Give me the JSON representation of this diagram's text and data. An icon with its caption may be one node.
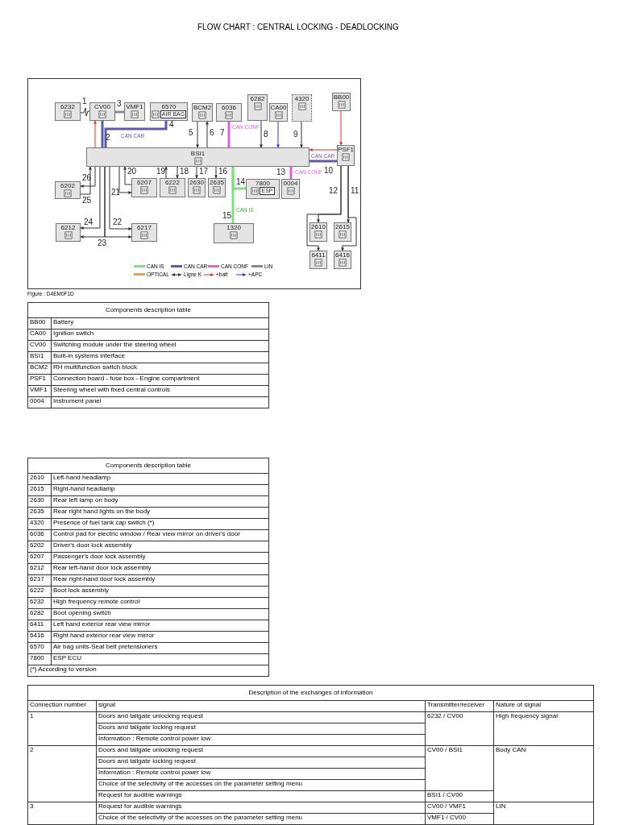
{
  "diagram": {
    "title": "FLOW CHART : CENTRAL LOCKING - DEADLOCKING",
    "nodes": [
      {
        "text": [
          "6232"
        ]
      },
      {
        "text": [
          "CV00"
        ]
      },
      {
        "text": [
          "VMF1"
        ]
      },
      {
        "text": [
          "6570",
          "AIR BAG"
        ]
      },
      {
        "text": [
          "BCM2"
        ]
      },
      {
        "text": [
          "6036"
        ]
      },
      {
        "text": [
          "6282"
        ]
      },
      {
        "text": [
          "CA00"
        ]
      },
      {
        "text": [
          "4320"
        ]
      },
      {
        "text": [
          "BB00"
        ]
      },
      {
        "text": [
          "BSI1"
        ]
      },
      {
        "text": [
          "PSF1"
        ]
      },
      {
        "text": [
          "6202"
        ]
      },
      {
        "text": [
          "6207"
        ]
      },
      {
        "text": [
          "6222"
        ]
      },
      {
        "text": [
          "2630"
        ]
      },
      {
        "text": [
          "2635"
        ]
      },
      {
        "text": [
          "7800",
          "ESP"
        ]
      },
      {
        "text": [
          "0004"
        ]
      },
      {
        "text": [
          "1320"
        ]
      },
      {
        "text": [
          "6212"
        ]
      },
      {
        "text": [
          "6217"
        ]
      },
      {
        "text": [
          "2610"
        ]
      },
      {
        "text": [
          "2615"
        ]
      },
      {
        "text": [
          "6411"
        ]
      },
      {
        "text": [
          "6416"
        ]
      }
    ],
    "edges": [
      {
        "from": 0,
        "to": 1,
        "arrow": "none",
        "label": "1"
      },
      {
        "from": 1,
        "to": 10,
        "arrow": "none",
        "label": "2",
        "style": "thick",
        "color": "#5b5baa"
      },
      {
        "from": 10,
        "to": 1,
        "arrow": "to",
        "color": "#e03030"
      },
      {
        "from": 1,
        "to": 2,
        "arrow": "none",
        "label": "3",
        "style": "thick",
        "color": "#8a8a8a"
      },
      {
        "from": 3,
        "to": 10,
        "arrow": "none",
        "label": "4",
        "style": "thick",
        "color": "#5b5baa"
      },
      {
        "from": 4,
        "to": 10,
        "arrow": "to",
        "label": "5"
      },
      {
        "from": 10,
        "to": 4,
        "arrow": "to",
        "label": "6"
      },
      {
        "from": 5,
        "to": 10,
        "arrow": "none",
        "label": "7",
        "style": "thick",
        "color": "#e35ce3"
      },
      {
        "from": 6,
        "to": 10,
        "arrow": "to",
        "label": "8"
      },
      {
        "from": 7,
        "to": 10,
        "arrow": "to",
        "color": "#3030e0"
      },
      {
        "from": 8,
        "to": 10,
        "arrow": "to",
        "label": "9"
      },
      {
        "from": 9,
        "to": 11,
        "arrow": "to",
        "color": "#e03030"
      },
      {
        "from": 11,
        "to": 10,
        "arrow": "to",
        "color": "#e03030"
      },
      {
        "from": 11,
        "to": 10,
        "arrow": "none",
        "label": "10",
        "style": "thick",
        "color": "#5b5baa"
      },
      {
        "from": 11,
        "to": 22,
        "arrow": "to",
        "label": "12"
      },
      {
        "from": 11,
        "to": 24,
        "arrow": "to"
      },
      {
        "from": 11,
        "to": 23,
        "arrow": "to",
        "label": "11"
      },
      {
        "from": 11,
        "to": 25,
        "arrow": "to"
      },
      {
        "from": 10,
        "to": 18,
        "arrow": "none",
        "label": "13",
        "style": "thick",
        "color": "#e35ce3"
      },
      {
        "from": 10,
        "to": 17,
        "arrow": "none",
        "label": "14",
        "style": "thick",
        "color": "#7fe07f"
      },
      {
        "from": 10,
        "to": 19,
        "arrow": "none",
        "label": "15",
        "style": "thick",
        "color": "#7fe07f"
      },
      {
        "from": 10,
        "to": 16,
        "arrow": "to",
        "label": "16"
      },
      {
        "from": 10,
        "to": 15,
        "arrow": "to",
        "label": "17"
      },
      {
        "from": 10,
        "to": 14,
        "arrow": "to",
        "label": "18"
      },
      {
        "from": 14,
        "to": 10,
        "arrow": "to",
        "label": "19"
      },
      {
        "from": 13,
        "to": 10,
        "arrow": "to",
        "label": "20"
      },
      {
        "from": 10,
        "to": 13,
        "arrow": "to",
        "label": "21"
      },
      {
        "from": 10,
        "to": 21,
        "arrow": "to",
        "label": "22"
      },
      {
        "from": 10,
        "to": 20,
        "arrow": "to",
        "label": "24"
      },
      {
        "from": 10,
        "to": 20,
        "arrow": "to",
        "label": "23"
      },
      {
        "from": 10,
        "to": 21,
        "arrow": "to"
      },
      {
        "from": 10,
        "to": 12,
        "arrow": "to",
        "label": "26"
      },
      {
        "from": 12,
        "to": 10,
        "arrow": "to",
        "label": "25"
      }
    ],
    "labels": [
      "CAN CAR",
      "CAN CONF",
      "CAN CAR",
      "CAN CONF",
      "CAN IS",
      "Figure : D4EM0F1D",
      "Components description table",
      "BB00",
      "Battery",
      "CA00",
      "Ignition switch",
      "CV00",
      "Switching module under the steering wheel",
      "BSI1",
      "Built-in systems interface",
      "BCM2",
      "RH multifunction switch block",
      "PSF1",
      "Connection board - fuse box - Engine compartment",
      "VMF1",
      "Steering wheel with fixed central controls",
      "0004",
      "Instrument panel",
      "Components description table",
      "2610",
      "Left-hand headlamp",
      "2615",
      "Right-hand headlamp",
      "2630",
      "Rear left lamp on body",
      "2635",
      "Rear right hand lights on the body",
      "4320",
      "Presence of fuel tank cap switch (*)",
      "6036",
      "Control pad for electric window / Rear view mirror on driver's door",
      "6202",
      "Driver's door lock assembly",
      "6207",
      "Passenger's door lock assembly",
      "6212",
      "Rear left-hand door lock assembly",
      "6217",
      "Rear right-hand door lock assembly",
      "6222",
      "Boot lock assembly",
      "6232",
      "High frequency remote control",
      "6282",
      "Boot opening switch",
      "6411",
      "Left hand exterior rear view mirror",
      "6416",
      "Right hand exterior rear view mirror",
      "6570",
      "Air bag units-Seat belt pretensioners",
      "7800",
      "ESP ECU",
      "(*) According to version",
      "Description of the exchanges of information",
      "Connection number",
      "signal",
      "Transmitter/receiver",
      "Nature of signal",
      "1",
      "Doors and tailgate unlocking request",
      "6232 / CV00",
      "High frequency signal",
      "Doors and tailgate locking request",
      "Information : Remote control power low",
      "2",
      "Doors and tailgate unlocking request",
      "CV00 / BSI1",
      "Body CAN",
      "Doors and tailgate locking request",
      "Information : Remote control power low",
      "Choice of the selectivity of the accesses on the parameter setting menu",
      "Request for audible warnings",
      "BSI1 / CV00",
      "3",
      "Request for audible warnings",
      "CV00 / VMF1",
      "LIN",
      "Choice of the selectivity of the accesses on the parameter setting menu",
      "VMF1 / CV00"
    ],
    "legend": [
      {
        "text": "CAN IS",
        "color": "#7fe07f"
      },
      {
        "text": "CAN CAR",
        "color": "#5b5baa"
      },
      {
        "text": "CAN CONF",
        "color": "#e35ce3"
      },
      {
        "text": "LIN",
        "color": "#8a8a8a"
      },
      {
        "text": "OPTICAL",
        "color": "#f0a040"
      },
      {
        "text": "Ligne K"
      },
      {
        "text": "+batt"
      },
      {
        "text": "+APC"
      }
    ]
  }
}
